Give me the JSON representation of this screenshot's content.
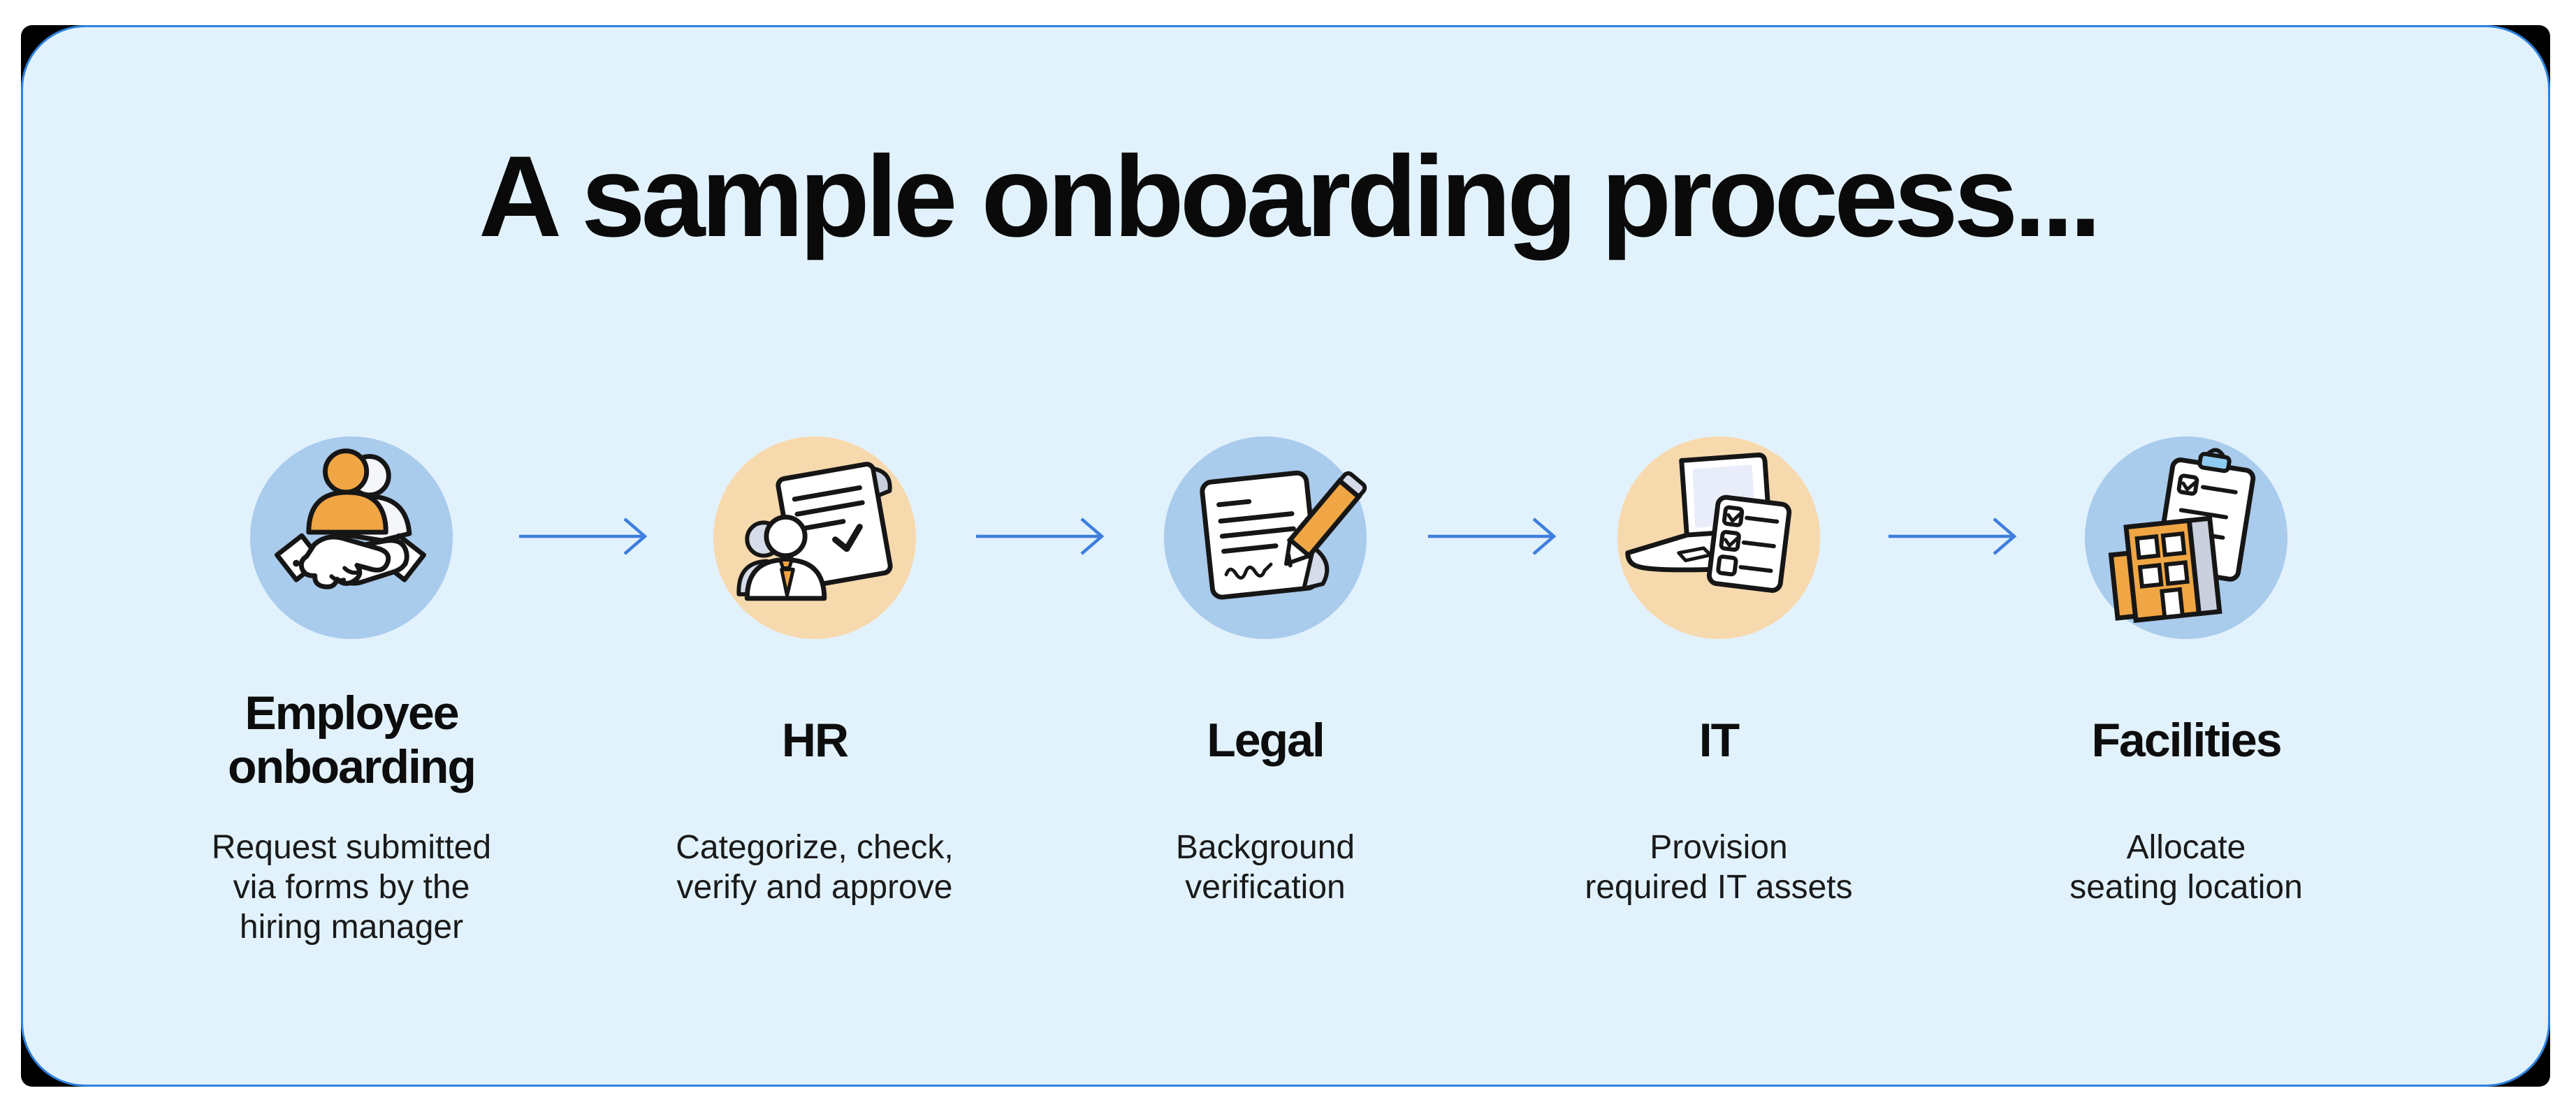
{
  "page": {
    "title": "A sample onboarding process...",
    "background": "#FFFFFF"
  },
  "panel": {
    "fill": "#E2F2FD",
    "border_color": "#2E82DD",
    "corner_frame_color": "#000000"
  },
  "flow": {
    "arrow_color": "#3E7EDE",
    "arrow_count": 4
  },
  "accent": {
    "orange": "#F0A644",
    "outline": "#161616",
    "shadow_gray": "#D5DBE8",
    "clip_blue": "#8FCBF0"
  },
  "steps": [
    {
      "title": "Employee\nonboarding",
      "description": "Request submitted\nvia forms by the\nhiring manager",
      "icon": "handshake-people-icon",
      "circle_color": "#A9CBEC"
    },
    {
      "title": "HR",
      "description": "Categorize, check,\nverify and approve",
      "icon": "hr-person-document-icon",
      "circle_color": "#F7D9AE"
    },
    {
      "title": "Legal",
      "description": "Background\nverification",
      "icon": "signed-document-pencil-icon",
      "circle_color": "#A9CBEC"
    },
    {
      "title": "IT",
      "description": "Provision\nrequired IT assets",
      "icon": "laptop-checklist-icon",
      "circle_color": "#F7D9AE"
    },
    {
      "title": "Facilities",
      "description": "Allocate\nseating location",
      "icon": "building-clipboard-icon",
      "circle_color": "#A9CBEC"
    }
  ]
}
